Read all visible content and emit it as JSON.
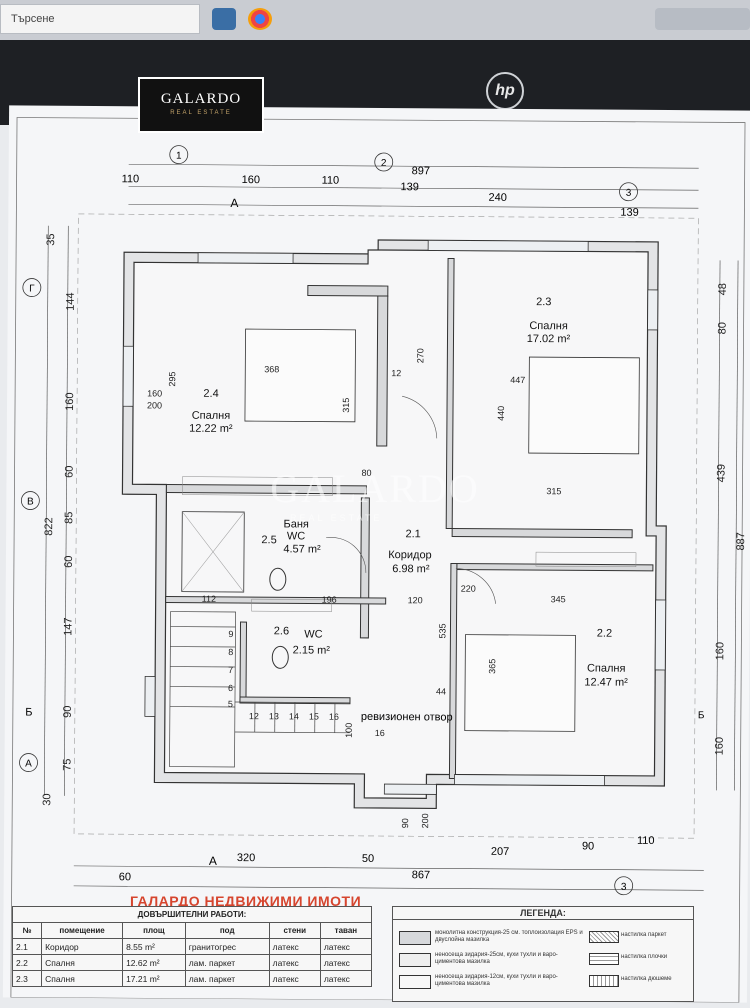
{
  "taskbar": {
    "search_placeholder": "Търсене"
  },
  "brand": {
    "name": "GALARDO",
    "sub": "REAL ESTATE"
  },
  "laptop_logo": "hp",
  "plan": {
    "axes": {
      "a1": "1",
      "a2": "2",
      "a3": "3",
      "g": "Г",
      "v": "В",
      "b": "Б",
      "a": "А"
    },
    "section_marks": {
      "top": "А",
      "bottom": "А",
      "right": "Б",
      "left": "Б"
    },
    "dims_top": {
      "total": "897",
      "d1": "110",
      "d2": "160",
      "d3": "110",
      "d4": "139",
      "d5": "240",
      "d6": "139"
    },
    "dims_bottom": {
      "total": "867",
      "d0": "60",
      "d1": "320",
      "d2": "50",
      "d3": "207",
      "d4": "90",
      "d5": "110"
    },
    "dims_left": {
      "total": "822",
      "d1": "35",
      "d2": "144",
      "d3": "160",
      "d4": "60",
      "d5": "85",
      "d6": "60",
      "d7": "147",
      "d8": "90",
      "d9": "75",
      "d10": "30"
    },
    "dims_right": {
      "total": "887",
      "d1": "48",
      "d2": "80",
      "d3": "439",
      "d4": "160",
      "d5": "160"
    },
    "rooms": {
      "r24": {
        "num": "2.4",
        "name": "Спалня",
        "area": "12.22 m²"
      },
      "r23": {
        "num": "2.3",
        "name": "Спалня",
        "area": "17.02 m²"
      },
      "r25": {
        "num": "2.5",
        "name": "Баня",
        "name2": "WC",
        "area": "4.57 m²"
      },
      "r21": {
        "num": "2.1",
        "name": "Коридор",
        "area": "6.98 m²"
      },
      "r26": {
        "num": "2.6",
        "name": "WC",
        "area": "2.15 m²"
      },
      "r22": {
        "num": "2.2",
        "name": "Спалня",
        "area": "12.47 m²"
      }
    },
    "inner_dims": {
      "w368": "368",
      "h295": "295",
      "h315": "315",
      "h270": "270",
      "w447": "447",
      "h440": "440",
      "w315": "315",
      "w345": "345",
      "h365": "365",
      "w112": "112",
      "w196": "196",
      "w120": "120",
      "h535": "535",
      "w12": "12",
      "n44": "44",
      "n100": "100"
    },
    "openings": {
      "o1": "160",
      "o2": "200",
      "o3": "80",
      "o4": "220",
      "o5": "90",
      "o6": "200"
    },
    "stairs": [
      "9",
      "8",
      "7",
      "6",
      "5",
      "12",
      "13",
      "14",
      "15",
      "16"
    ],
    "stair_top": "16",
    "note": "ревизионен отвор"
  },
  "title_red": "ГАЛАРДО НЕДВИЖИМИ ИМОТИ",
  "table": {
    "title": "ДОВЪРШИТЕЛНИ РАБОТИ:",
    "headers": [
      "№",
      "помещение",
      "площ",
      "под",
      "стени",
      "таван"
    ],
    "rows": [
      [
        "2.1",
        "Коридор",
        "8.55 m²",
        "гранитогрес",
        "латекс",
        "латекс"
      ],
      [
        "2.2",
        "Спалня",
        "12.62 m²",
        "лам. паркет",
        "латекс",
        "латекс"
      ],
      [
        "2.3",
        "Спалня",
        "17.21 m²",
        "лам. паркет",
        "латекс",
        "латекс"
      ]
    ]
  },
  "legend": {
    "title": "ЛЕГЕНДА:",
    "items": [
      {
        "text": "монолитна конструкция-25 см. топлоизолация EPS и двуслойна мазилка",
        "right": "настилка паркет"
      },
      {
        "text": "неносеща зидария-25см, кухи тухли и варо-циментова мазилка",
        "right": "настилка плочки"
      },
      {
        "text": "неносеща зидария-12см, кухи тухли и варо-циментова мазилка",
        "right": "настилка дюшеме"
      }
    ]
  }
}
